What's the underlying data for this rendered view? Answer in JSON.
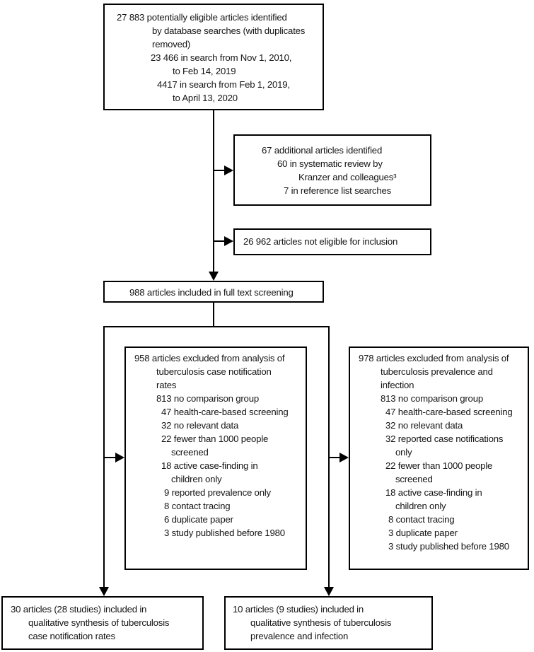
{
  "figure": {
    "type": "study-selection-flowchart",
    "background_color": "#ffffff",
    "line_color": "#000000",
    "text_color": "#151515"
  },
  "boxes": {
    "identified": {
      "lines": [
        "27 883 potentially eligible articles identified",
        "by database searches (with duplicates",
        "removed)",
        "23 466 in search from Nov 1, 2010,",
        "to Feb 14, 2019",
        "4417 in search from Feb 1, 2019,",
        "to April 13, 2020"
      ]
    },
    "additional": {
      "lines": [
        "67 additional articles identified",
        "60 in systematic review by",
        "Kranzer and colleagues³",
        "7 in reference list searches"
      ]
    },
    "not_eligible": {
      "lines": [
        "26 962 articles not eligible for inclusion"
      ]
    },
    "full_text": {
      "lines": [
        "988 articles included in full text screening"
      ]
    },
    "excluded_notification": {
      "lines": [
        "958 articles excluded from analysis of",
        "tuberculosis case notification",
        "rates",
        "813 no comparison group",
        "47 health-care-based screening",
        "32 no relevant data",
        "22 fewer than 1000 people",
        "screened",
        "18 active case-finding in",
        "children only",
        "9 reported prevalence only",
        "8 contact tracing",
        "6 duplicate paper",
        "3 study published before 1980"
      ]
    },
    "excluded_prevalence": {
      "lines": [
        "978 articles excluded from analysis of",
        "tuberculosis prevalence and",
        "infection",
        "813 no comparison group",
        "47 health-care-based screening",
        "32 no relevant data",
        "32 reported case notifications",
        "only",
        "22 fewer than 1000 people",
        "screened",
        "18 active case-finding in",
        "children only",
        "8 contact tracing",
        "3 duplicate paper",
        "3 study published before 1980"
      ]
    },
    "included_notification": {
      "lines": [
        "30 articles (28 studies) included in",
        "qualitative synthesis of tuberculosis",
        "case notification rates"
      ]
    },
    "included_prevalence": {
      "lines": [
        "10 articles (9 studies) included in",
        "qualitative synthesis of tuberculosis",
        "prevalence and infection"
      ]
    }
  }
}
